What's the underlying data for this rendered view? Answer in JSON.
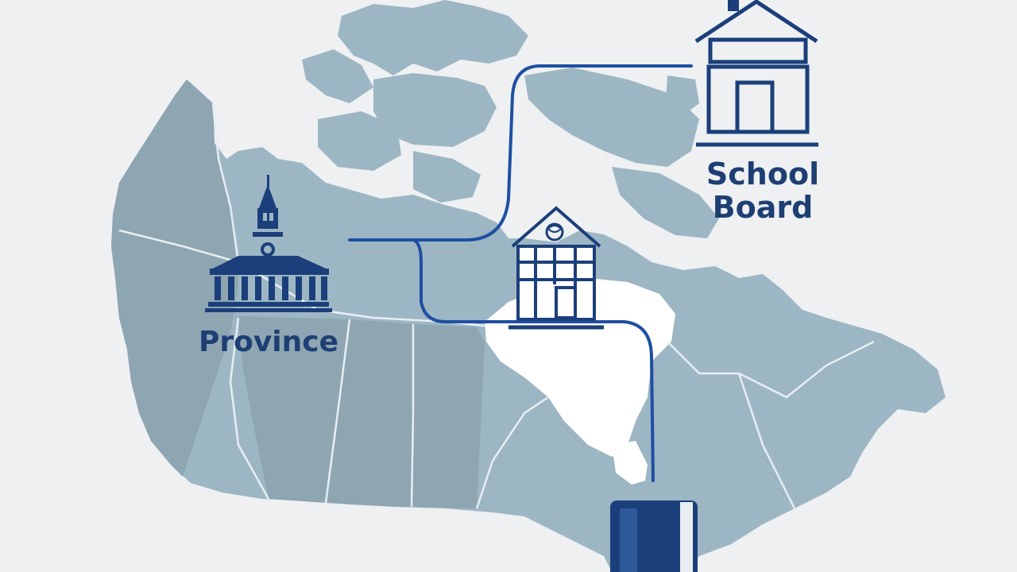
{
  "labels": {
    "province": "Province",
    "school_board_line1": "School",
    "school_board_line2": "Board"
  },
  "colors": {
    "background": "#eef0f2",
    "land": "#9db6c4",
    "land_dark": "#8ea5b2",
    "water": "#ffffff",
    "icon_blue": "#1b3f7a",
    "connector_blue": "#1f4fa3",
    "text_blue": "#1e3f73"
  },
  "icons": [
    "province-building-icon",
    "school-building-icon",
    "school-board-house-icon",
    "binder-icon"
  ]
}
